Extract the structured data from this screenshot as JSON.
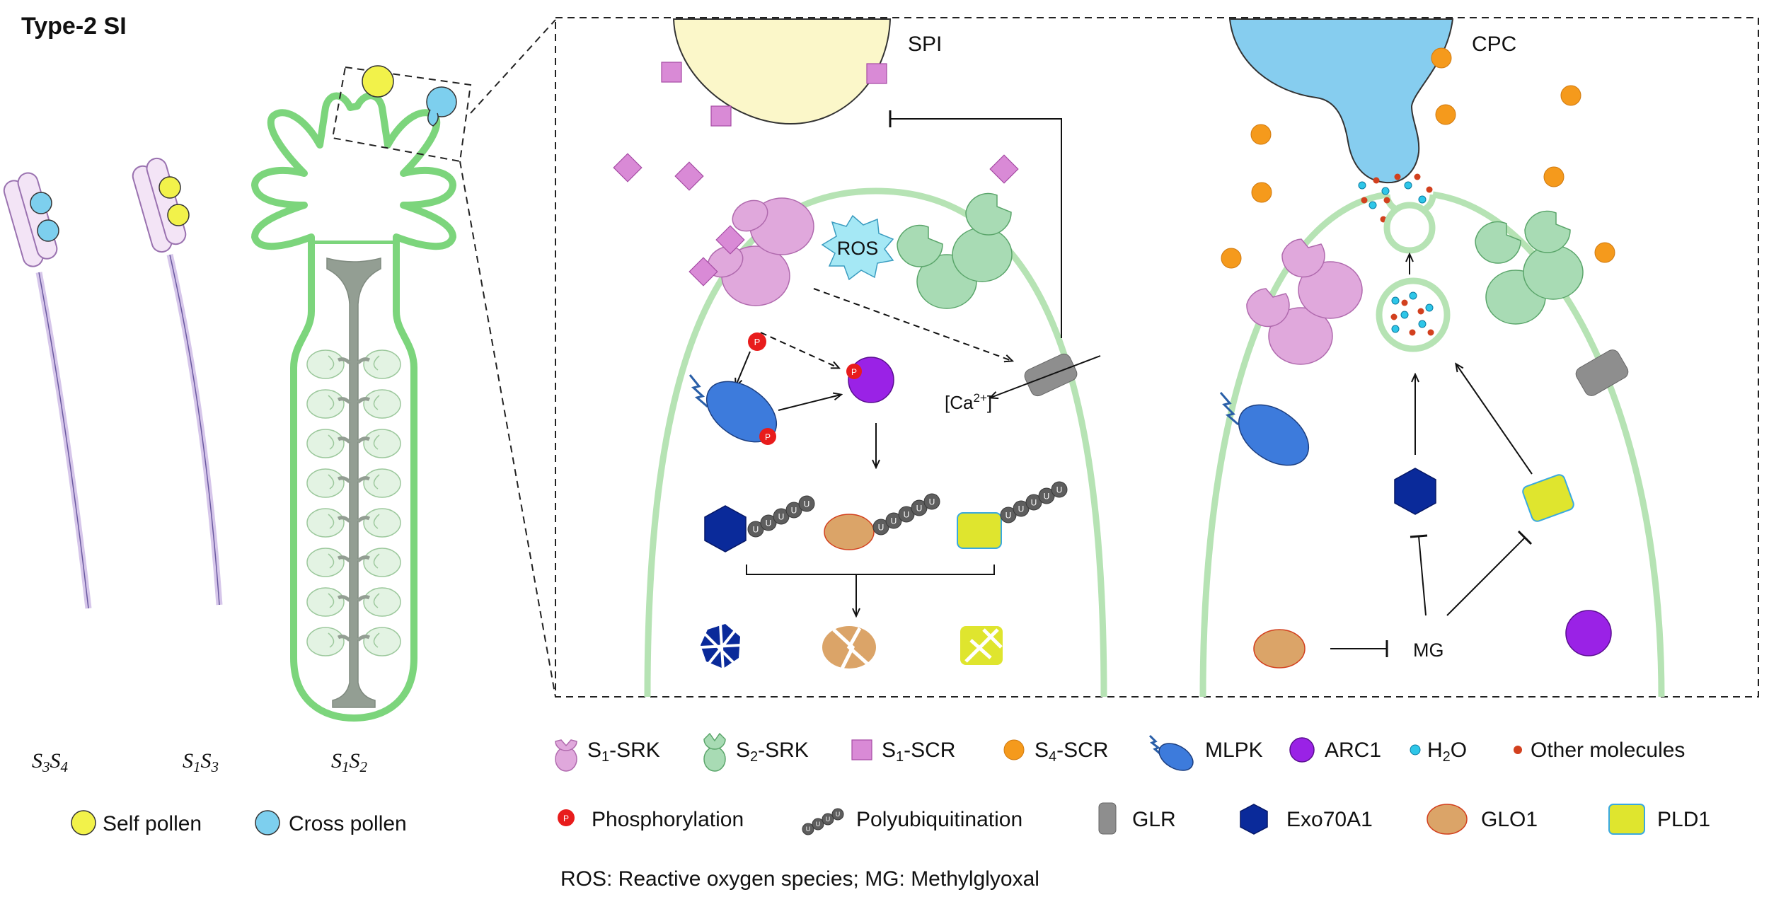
{
  "title": "Type-2 SI",
  "genotypes": {
    "g1": {
      "a": "S",
      "a_sub": "3",
      "b": "S",
      "b_sub": "4"
    },
    "g2": {
      "a": "S",
      "a_sub": "1",
      "b": "S",
      "b_sub": "3"
    },
    "g3": {
      "a": "S",
      "a_sub": "1",
      "b": "S",
      "b_sub": "2"
    }
  },
  "pollen_legend": {
    "self": "Self pollen",
    "cross": "Cross pollen"
  },
  "panels": {
    "spi": "SPI",
    "cpc": "CPC"
  },
  "labels": {
    "ros": "ROS",
    "ca": "[Ca",
    "ca_sup": "2+",
    "ca_end": "]",
    "mg": "MG",
    "p": "P",
    "u": "U"
  },
  "legend": {
    "s1srk": {
      "name": "S",
      "sub": "1",
      "rest": "-SRK"
    },
    "s2srk": {
      "name": "S",
      "sub": "2",
      "rest": "-SRK"
    },
    "s1scr": {
      "name": "S",
      "sub": "1",
      "rest": "-SCR"
    },
    "s4scr": {
      "name": "S",
      "sub": "4",
      "rest": "-SCR"
    },
    "mlpk": "MLPK",
    "arc1": "ARC1",
    "h2o": {
      "name": "H",
      "sub": "2",
      "rest": "O"
    },
    "other": "Other molecules",
    "phos": "Phosphorylation",
    "polyub": "Polyubiquitination",
    "glr": "GLR",
    "exo": "Exo70A1",
    "glo1": "GLO1",
    "pld1": "PLD1"
  },
  "footnote": "ROS: Reactive oxygen species; MG: Methylglyoxal",
  "colors": {
    "self_pollen": "#f2f24a",
    "cross_pollen": "#7dcfee",
    "s1_srk": "#e0a8dc",
    "s2_srk": "#a8dbb4",
    "s1_scr": "#d98ad6",
    "s4_scr": "#f59a1c",
    "mlpk": "#3d7bdc",
    "arc1": "#9a22e6",
    "h2o": "#2ec6e8",
    "other": "#d2401e",
    "phos": "#e81c1c",
    "ub": "#5e5e5e",
    "glr": "#8e8e8e",
    "exo": "#0a2a9a",
    "glo1": "#dba468",
    "pld1": "#dfe52e",
    "membrane": "#b6e3b4",
    "stigma": "#7cd57c",
    "style": "#939e93",
    "spi_pollen": "#fbf7c9",
    "cpc_pollen": "#86cdef"
  }
}
